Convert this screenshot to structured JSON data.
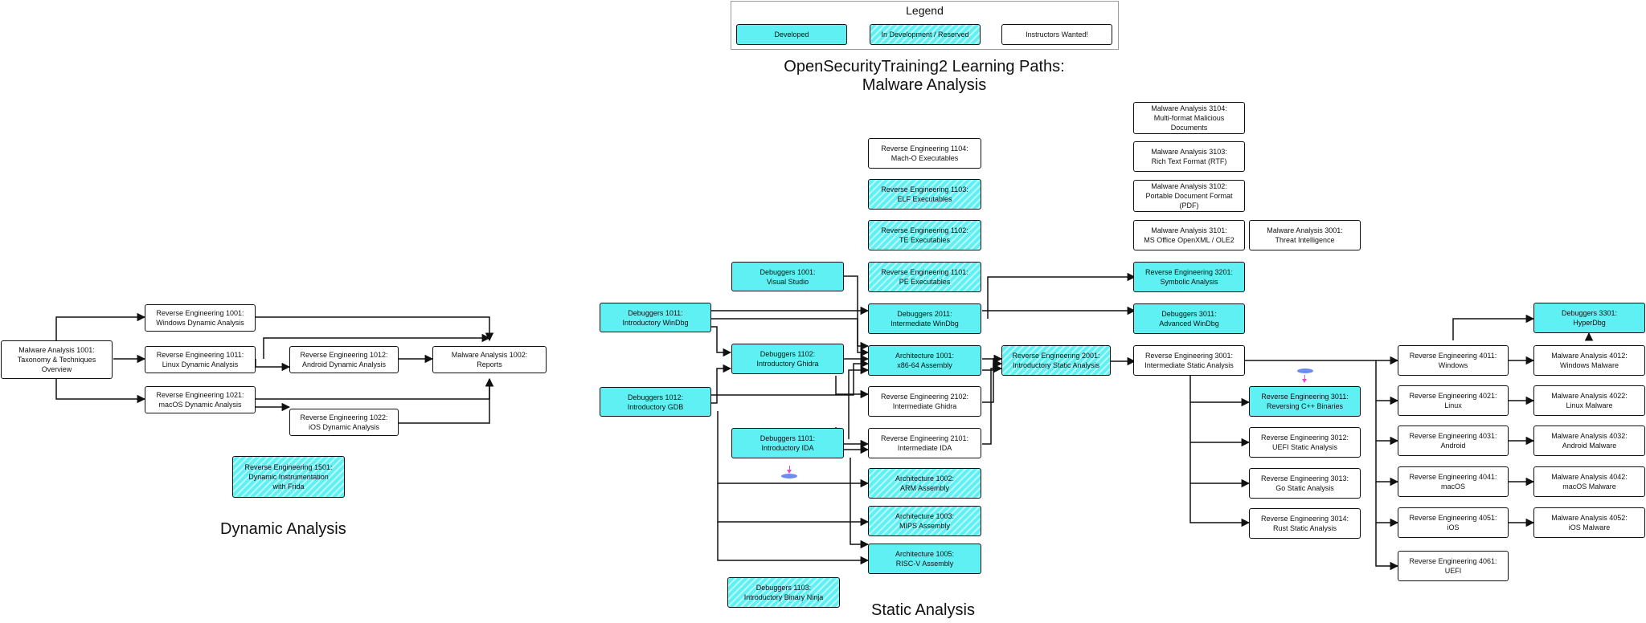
{
  "legend": {
    "title": "Legend",
    "developed": "Developed",
    "in_development": "In Development / Reserved",
    "wanted": "Instructors Wanted!"
  },
  "title": {
    "line1": "OpenSecurityTraining2 Learning Paths:",
    "line2": "Malware Analysis"
  },
  "sections": {
    "dynamic": "Dynamic Analysis",
    "static": "Static Analysis"
  },
  "colors": {
    "developed": "#5ff0f4",
    "in_development": "#5ff0f4",
    "wanted": "#ffffff",
    "marker": "#6b8df0",
    "marker_arrow": "#e04ad8"
  },
  "nodes": {
    "ma1001": {
      "status": "wanted",
      "lines": [
        "Malware Analysis 1001:",
        "Taxonomy & Techniques",
        "Overview"
      ]
    },
    "re1001": {
      "status": "wanted",
      "lines": [
        "Reverse Engineering 1001:",
        "Windows Dynamic Analysis"
      ]
    },
    "re1011": {
      "status": "wanted",
      "lines": [
        "Reverse Engineering 1011:",
        "Linux Dynamic Analysis"
      ]
    },
    "re1012": {
      "status": "wanted",
      "lines": [
        "Reverse Engineering 1012:",
        "Android Dynamic Analysis"
      ]
    },
    "ma1002": {
      "status": "wanted",
      "lines": [
        "Malware Analysis 1002:",
        "Reports"
      ]
    },
    "re1021": {
      "status": "wanted",
      "lines": [
        "Reverse Engineering 1021:",
        "macOS Dynamic Analysis"
      ]
    },
    "re1022": {
      "status": "wanted",
      "lines": [
        "Reverse Engineering 1022:",
        "iOS Dynamic Analysis"
      ]
    },
    "re1501": {
      "status": "indev",
      "lines": [
        "Reverse Engineering 1501:",
        "Dynamic Instrumentation",
        "with Frida"
      ]
    },
    "dbg1011": {
      "status": "developed",
      "lines": [
        "Debuggers 1011:",
        "Introductory WinDbg"
      ]
    },
    "dbg1012": {
      "status": "developed",
      "lines": [
        "Debuggers 1012:",
        "Introductory GDB"
      ]
    },
    "dbg1001": {
      "status": "developed",
      "lines": [
        "Debuggers 1001:",
        "Visual Studio"
      ]
    },
    "dbg1102": {
      "status": "developed",
      "lines": [
        "Debuggers 1102:",
        "Introductory Ghidra"
      ]
    },
    "dbg1101": {
      "status": "developed",
      "lines": [
        "Debuggers 1101:",
        "Introductory IDA"
      ]
    },
    "dbg1103": {
      "status": "indev",
      "lines": [
        "Debuggers 1103:",
        "Introductory Binary Ninja"
      ]
    },
    "re1104": {
      "status": "wanted",
      "lines": [
        "Reverse Engineering 1104:",
        "Mach-O Executables"
      ]
    },
    "re1103": {
      "status": "indev",
      "lines": [
        "Reverse Engineering 1103:",
        "ELF Executables"
      ]
    },
    "re1102": {
      "status": "indev",
      "lines": [
        "Reverse Engineering 1102:",
        "TE Executables"
      ]
    },
    "re1101": {
      "status": "indev",
      "lines": [
        "Reverse Engineering 1101:",
        "PE Executables"
      ]
    },
    "dbg2011": {
      "status": "developed",
      "lines": [
        "Debuggers 2011:",
        "Intermediate WinDbg"
      ]
    },
    "arch1001": {
      "status": "developed",
      "lines": [
        "Architecture 1001:",
        "x86-64 Assembly"
      ]
    },
    "re2102": {
      "status": "wanted",
      "lines": [
        "Reverse Engineering 2102:",
        "Intermediate Ghidra"
      ]
    },
    "re2101": {
      "status": "wanted",
      "lines": [
        "Reverse Engineering 2101:",
        "Intermediate IDA"
      ]
    },
    "arch1002": {
      "status": "indev",
      "lines": [
        "Architecture 1002:",
        "ARM Assembly"
      ]
    },
    "arch1003": {
      "status": "indev",
      "lines": [
        "Architecture 1003:",
        "MIPS Assembly"
      ]
    },
    "arch1005": {
      "status": "developed",
      "lines": [
        "Architecture 1005:",
        "RISC-V Assembly"
      ]
    },
    "re2001": {
      "status": "indev",
      "lines": [
        "Reverse Engineering 2001:",
        "Introductory Static Analysis"
      ]
    },
    "ma3104": {
      "status": "wanted",
      "lines": [
        "Malware Analysis 3104:",
        "Multi-format Malicious",
        "Documents"
      ]
    },
    "ma3103": {
      "status": "wanted",
      "lines": [
        "Malware Analysis 3103:",
        "Rich Text Format (RTF)"
      ]
    },
    "ma3102": {
      "status": "wanted",
      "lines": [
        "Malware Analysis 3102:",
        "Portable Document Format",
        "(PDF)"
      ]
    },
    "ma3101": {
      "status": "wanted",
      "lines": [
        "Malware Analysis 3101:",
        "MS Office OpenXML / OLE2"
      ]
    },
    "ma3001": {
      "status": "wanted",
      "lines": [
        "Malware Analysis 3001:",
        "Threat Intelligence"
      ]
    },
    "re3201": {
      "status": "developed",
      "lines": [
        "Reverse Engineering 3201:",
        "Symbolic Analysis"
      ]
    },
    "dbg3011": {
      "status": "developed",
      "lines": [
        "Debuggers 3011:",
        "Advanced WinDbg"
      ]
    },
    "re3001": {
      "status": "wanted",
      "lines": [
        "Reverse Engineering 3001:",
        "Intermediate Static Analysis"
      ]
    },
    "re3011": {
      "status": "developed",
      "lines": [
        "Reverse Engineering 3011:",
        "Reversing C++ Binaries"
      ]
    },
    "re3012": {
      "status": "wanted",
      "lines": [
        "Reverse Engineering 3012:",
        "UEFI Static Analysis"
      ]
    },
    "re3013": {
      "status": "wanted",
      "lines": [
        "Reverse Engineering 3013:",
        "Go Static Analysis"
      ]
    },
    "re3014": {
      "status": "wanted",
      "lines": [
        "Reverse Engineering 3014:",
        "Rust Static Analysis"
      ]
    },
    "re4011": {
      "status": "wanted",
      "lines": [
        "Reverse Engineering 4011:",
        "Windows"
      ]
    },
    "re4021": {
      "status": "wanted",
      "lines": [
        "Reverse Engineering 4021:",
        "Linux"
      ]
    },
    "re4031": {
      "status": "wanted",
      "lines": [
        "Reverse Engineering 4031:",
        "Android"
      ]
    },
    "re4041": {
      "status": "wanted",
      "lines": [
        "Reverse Engineering 4041:",
        "macOS"
      ]
    },
    "re4051": {
      "status": "wanted",
      "lines": [
        "Reverse Engineering 4051:",
        "iOS"
      ]
    },
    "re4061": {
      "status": "wanted",
      "lines": [
        "Reverse Engineering 4061:",
        "UEFI"
      ]
    },
    "dbg3301": {
      "status": "developed",
      "lines": [
        "Debuggers 3301:",
        "HyperDbg"
      ]
    },
    "ma4012": {
      "status": "wanted",
      "lines": [
        "Malware Analysis 4012:",
        "Windows Malware"
      ]
    },
    "ma4022": {
      "status": "wanted",
      "lines": [
        "Malware Analysis 4022:",
        "Linux Malware"
      ]
    },
    "ma4032": {
      "status": "wanted",
      "lines": [
        "Malware Analysis 4032:",
        "Android Malware"
      ]
    },
    "ma4042": {
      "status": "wanted",
      "lines": [
        "Malware Analysis 4042:",
        "macOS Malware"
      ]
    },
    "ma4052": {
      "status": "wanted",
      "lines": [
        "Malware Analysis 4052:",
        "iOS Malware"
      ]
    }
  }
}
